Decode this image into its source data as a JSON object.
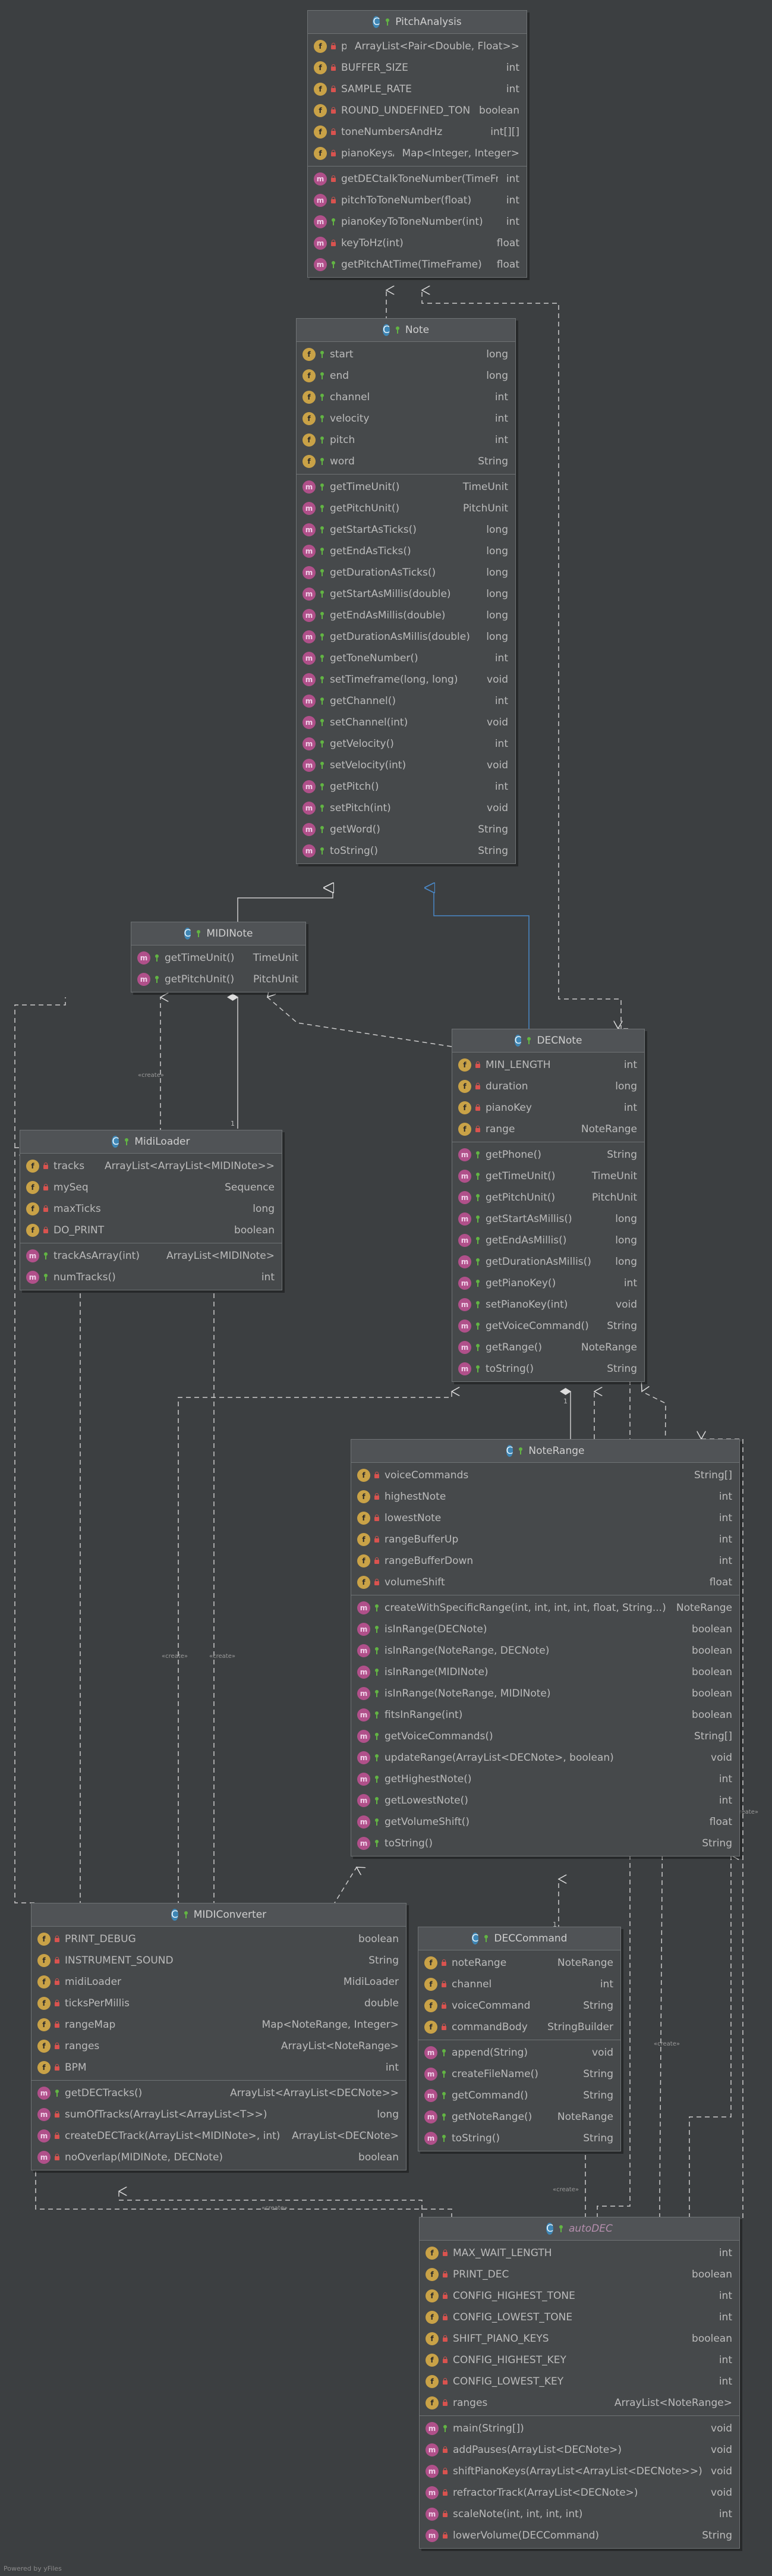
{
  "classes": {
    "pitchAnalysis": {
      "name": "PitchAnalysis",
      "fields": [
        {
          "vis": "priv",
          "icon": "f",
          "name": "pitches",
          "type": "ArrayList<Pair<Double, Float>>"
        },
        {
          "vis": "priv",
          "icon": "f",
          "name": "BUFFER_SIZE",
          "type": "int"
        },
        {
          "vis": "priv",
          "icon": "f",
          "name": "SAMPLE_RATE",
          "type": "int"
        },
        {
          "vis": "priv",
          "icon": "f",
          "name": "ROUND_UNDEFINED_TONES",
          "type": "boolean"
        },
        {
          "vis": "priv",
          "icon": "f",
          "name": "toneNumbersAndHz",
          "type": "int[][]"
        },
        {
          "vis": "priv",
          "icon": "f",
          "name": "pianoKeysAndToneNumber",
          "type": "Map<Integer, Integer>"
        }
      ],
      "methods": [
        {
          "vis": "priv",
          "icon": "m",
          "name": "getDECtalkToneNumber(TimeFrame)",
          "type": "int"
        },
        {
          "vis": "priv",
          "icon": "m",
          "name": "pitchToToneNumber(float)",
          "type": "int"
        },
        {
          "vis": "pub",
          "icon": "m",
          "name": "pianoKeyToToneNumber(int)",
          "type": "int"
        },
        {
          "vis": "priv",
          "icon": "m",
          "name": "keyToHz(int)",
          "type": "float"
        },
        {
          "vis": "pub",
          "icon": "m",
          "name": "getPitchAtTime(TimeFrame)",
          "type": "float"
        }
      ]
    },
    "note": {
      "name": "Note",
      "fields": [
        {
          "vis": "pub",
          "icon": "f",
          "name": "start",
          "type": "long"
        },
        {
          "vis": "pub",
          "icon": "f",
          "name": "end",
          "type": "long"
        },
        {
          "vis": "pub",
          "icon": "f",
          "name": "channel",
          "type": "int"
        },
        {
          "vis": "pub",
          "icon": "f",
          "name": "velocity",
          "type": "int"
        },
        {
          "vis": "pub",
          "icon": "f",
          "name": "pitch",
          "type": "int"
        },
        {
          "vis": "pub",
          "icon": "f",
          "name": "word",
          "type": "String"
        }
      ],
      "methods": [
        {
          "vis": "pub",
          "icon": "m",
          "name": "getTimeUnit()",
          "type": "TimeUnit"
        },
        {
          "vis": "pub",
          "icon": "m",
          "name": "getPitchUnit()",
          "type": "PitchUnit"
        },
        {
          "vis": "pub",
          "icon": "m",
          "name": "getStartAsTicks()",
          "type": "long"
        },
        {
          "vis": "pub",
          "icon": "m",
          "name": "getEndAsTicks()",
          "type": "long"
        },
        {
          "vis": "pub",
          "icon": "m",
          "name": "getDurationAsTicks()",
          "type": "long"
        },
        {
          "vis": "pub",
          "icon": "m",
          "name": "getStartAsMillis(double)",
          "type": "long"
        },
        {
          "vis": "pub",
          "icon": "m",
          "name": "getEndAsMillis(double)",
          "type": "long"
        },
        {
          "vis": "pub",
          "icon": "m",
          "name": "getDurationAsMillis(double)",
          "type": "long"
        },
        {
          "vis": "pub",
          "icon": "m",
          "name": "getToneNumber()",
          "type": "int"
        },
        {
          "vis": "pub",
          "icon": "m",
          "name": "setTimeframe(long, long)",
          "type": "void"
        },
        {
          "vis": "pub",
          "icon": "m",
          "name": "getChannel()",
          "type": "int"
        },
        {
          "vis": "pub",
          "icon": "m",
          "name": "setChannel(int)",
          "type": "void"
        },
        {
          "vis": "pub",
          "icon": "m",
          "name": "getVelocity()",
          "type": "int"
        },
        {
          "vis": "pub",
          "icon": "m",
          "name": "setVelocity(int)",
          "type": "void"
        },
        {
          "vis": "pub",
          "icon": "m",
          "name": "getPitch()",
          "type": "int"
        },
        {
          "vis": "pub",
          "icon": "m",
          "name": "setPitch(int)",
          "type": "void"
        },
        {
          "vis": "pub",
          "icon": "m",
          "name": "getWord()",
          "type": "String"
        },
        {
          "vis": "pub",
          "icon": "m",
          "name": "toString()",
          "type": "String"
        }
      ]
    },
    "midiNote": {
      "name": "MIDINote",
      "fields": [],
      "methods": [
        {
          "vis": "pub",
          "icon": "m",
          "name": "getTimeUnit()",
          "type": "TimeUnit"
        },
        {
          "vis": "pub",
          "icon": "m",
          "name": "getPitchUnit()",
          "type": "PitchUnit"
        }
      ]
    },
    "decNote": {
      "name": "DECNote",
      "fields": [
        {
          "vis": "priv",
          "icon": "f",
          "name": "MIN_LENGTH",
          "type": "int"
        },
        {
          "vis": "priv",
          "icon": "f",
          "name": "duration",
          "type": "long"
        },
        {
          "vis": "priv",
          "icon": "f",
          "name": "pianoKey",
          "type": "int"
        },
        {
          "vis": "priv",
          "icon": "f",
          "name": "range",
          "type": "NoteRange"
        }
      ],
      "methods": [
        {
          "vis": "pub",
          "icon": "m",
          "name": "getPhone()",
          "type": "String"
        },
        {
          "vis": "pub",
          "icon": "m",
          "name": "getTimeUnit()",
          "type": "TimeUnit"
        },
        {
          "vis": "pub",
          "icon": "m",
          "name": "getPitchUnit()",
          "type": "PitchUnit"
        },
        {
          "vis": "pub",
          "icon": "m",
          "name": "getStartAsMillis()",
          "type": "long"
        },
        {
          "vis": "pub",
          "icon": "m",
          "name": "getEndAsMillis()",
          "type": "long"
        },
        {
          "vis": "pub",
          "icon": "m",
          "name": "getDurationAsMillis()",
          "type": "long"
        },
        {
          "vis": "pub",
          "icon": "m",
          "name": "getPianoKey()",
          "type": "int"
        },
        {
          "vis": "pub",
          "icon": "m",
          "name": "setPianoKey(int)",
          "type": "void"
        },
        {
          "vis": "pub",
          "icon": "m",
          "name": "getVoiceCommand()",
          "type": "String"
        },
        {
          "vis": "pub",
          "icon": "m",
          "name": "getRange()",
          "type": "NoteRange"
        },
        {
          "vis": "pub",
          "icon": "m",
          "name": "toString()",
          "type": "String"
        }
      ]
    },
    "midiLoader": {
      "name": "MidiLoader",
      "fields": [
        {
          "vis": "priv",
          "icon": "f",
          "name": "tracks",
          "type": "ArrayList<ArrayList<MIDINote>>"
        },
        {
          "vis": "priv",
          "icon": "f",
          "name": "mySeq",
          "type": "Sequence"
        },
        {
          "vis": "priv",
          "icon": "f",
          "name": "maxTicks",
          "type": "long"
        },
        {
          "vis": "priv",
          "icon": "f",
          "name": "DO_PRINT",
          "type": "boolean"
        }
      ],
      "methods": [
        {
          "vis": "pub",
          "icon": "m",
          "name": "trackAsArray(int)",
          "type": "ArrayList<MIDINote>"
        },
        {
          "vis": "pub",
          "icon": "m",
          "name": "numTracks()",
          "type": "int"
        }
      ]
    },
    "noteRange": {
      "name": "NoteRange",
      "fields": [
        {
          "vis": "priv",
          "icon": "f",
          "name": "voiceCommands",
          "type": "String[]"
        },
        {
          "vis": "priv",
          "icon": "f",
          "name": "highestNote",
          "type": "int"
        },
        {
          "vis": "priv",
          "icon": "f",
          "name": "lowestNote",
          "type": "int"
        },
        {
          "vis": "priv",
          "icon": "f",
          "name": "rangeBufferUp",
          "type": "int"
        },
        {
          "vis": "priv",
          "icon": "f",
          "name": "rangeBufferDown",
          "type": "int"
        },
        {
          "vis": "priv",
          "icon": "f",
          "name": "volumeShift",
          "type": "float"
        }
      ],
      "methods": [
        {
          "vis": "pub",
          "icon": "m",
          "name": "createWithSpecificRange(int, int, int, int, float, String...)",
          "type": "NoteRange"
        },
        {
          "vis": "pub",
          "icon": "m",
          "name": "isInRange(DECNote)",
          "type": "boolean"
        },
        {
          "vis": "pub",
          "icon": "m",
          "name": "isInRange(NoteRange, DECNote)",
          "type": "boolean"
        },
        {
          "vis": "pub",
          "icon": "m",
          "name": "isInRange(MIDINote)",
          "type": "boolean"
        },
        {
          "vis": "pub",
          "icon": "m",
          "name": "isInRange(NoteRange, MIDINote)",
          "type": "boolean"
        },
        {
          "vis": "pub",
          "icon": "m",
          "name": "fitsInRange(int)",
          "type": "boolean"
        },
        {
          "vis": "pub",
          "icon": "m",
          "name": "getVoiceCommands()",
          "type": "String[]"
        },
        {
          "vis": "pub",
          "icon": "m",
          "name": "updateRange(ArrayList<DECNote>, boolean)",
          "type": "void"
        },
        {
          "vis": "pub",
          "icon": "m",
          "name": "getHighestNote()",
          "type": "int"
        },
        {
          "vis": "pub",
          "icon": "m",
          "name": "getLowestNote()",
          "type": "int"
        },
        {
          "vis": "pub",
          "icon": "m",
          "name": "getVolumeShift()",
          "type": "float"
        },
        {
          "vis": "pub",
          "icon": "m",
          "name": "toString()",
          "type": "String"
        }
      ]
    },
    "midiConverter": {
      "name": "MIDIConverter",
      "fields": [
        {
          "vis": "priv",
          "icon": "f",
          "name": "PRINT_DEBUG",
          "type": "boolean"
        },
        {
          "vis": "priv",
          "icon": "f",
          "name": "INSTRUMENT_SOUND",
          "type": "String"
        },
        {
          "vis": "priv",
          "icon": "f",
          "name": "midiLoader",
          "type": "MidiLoader"
        },
        {
          "vis": "priv",
          "icon": "f",
          "name": "ticksPerMillis",
          "type": "double"
        },
        {
          "vis": "priv",
          "icon": "f",
          "name": "rangeMap",
          "type": "Map<NoteRange, Integer>"
        },
        {
          "vis": "priv",
          "icon": "f",
          "name": "ranges",
          "type": "ArrayList<NoteRange>"
        },
        {
          "vis": "priv",
          "icon": "f",
          "name": "BPM",
          "type": "int"
        }
      ],
      "methods": [
        {
          "vis": "pub",
          "icon": "m",
          "name": "getDECTracks()",
          "type": "ArrayList<ArrayList<DECNote>>"
        },
        {
          "vis": "priv",
          "icon": "m",
          "name": "sumOfTracks(ArrayList<ArrayList<T>>)",
          "type": "long"
        },
        {
          "vis": "priv",
          "icon": "m",
          "name": "createDECTrack(ArrayList<MIDINote>, int)",
          "type": "ArrayList<DECNote>"
        },
        {
          "vis": "priv",
          "icon": "m",
          "name": "noOverlap(MIDINote, DECNote)",
          "type": "boolean"
        }
      ]
    },
    "decCommand": {
      "name": "DECCommand",
      "fields": [
        {
          "vis": "priv",
          "icon": "f",
          "name": "noteRange",
          "type": "NoteRange"
        },
        {
          "vis": "priv",
          "icon": "f",
          "name": "channel",
          "type": "int"
        },
        {
          "vis": "priv",
          "icon": "f",
          "name": "voiceCommand",
          "type": "String"
        },
        {
          "vis": "priv",
          "icon": "f",
          "name": "commandBody",
          "type": "StringBuilder"
        }
      ],
      "methods": [
        {
          "vis": "pub",
          "icon": "m",
          "name": "append(String)",
          "type": "void"
        },
        {
          "vis": "pub",
          "icon": "m",
          "name": "createFileName()",
          "type": "String"
        },
        {
          "vis": "pub",
          "icon": "m",
          "name": "getCommand()",
          "type": "String"
        },
        {
          "vis": "pub",
          "icon": "m",
          "name": "getNoteRange()",
          "type": "NoteRange"
        },
        {
          "vis": "pub",
          "icon": "m",
          "name": "toString()",
          "type": "String"
        }
      ]
    },
    "autoDEC": {
      "name": "autoDEC",
      "fields": [
        {
          "vis": "priv",
          "icon": "f",
          "name": "MAX_WAIT_LENGTH",
          "type": "int"
        },
        {
          "vis": "priv",
          "icon": "f",
          "name": "PRINT_DEC",
          "type": "boolean"
        },
        {
          "vis": "priv",
          "icon": "f",
          "name": "CONFIG_HIGHEST_TONE",
          "type": "int"
        },
        {
          "vis": "priv",
          "icon": "f",
          "name": "CONFIG_LOWEST_TONE",
          "type": "int"
        },
        {
          "vis": "priv",
          "icon": "f",
          "name": "SHIFT_PIANO_KEYS",
          "type": "boolean"
        },
        {
          "vis": "priv",
          "icon": "f",
          "name": "CONFIG_HIGHEST_KEY",
          "type": "int"
        },
        {
          "vis": "priv",
          "icon": "f",
          "name": "CONFIG_LOWEST_KEY",
          "type": "int"
        },
        {
          "vis": "priv",
          "icon": "f",
          "name": "ranges",
          "type": "ArrayList<NoteRange>"
        }
      ],
      "methods": [
        {
          "vis": "pub",
          "icon": "m",
          "name": "main(String[])",
          "type": "void"
        },
        {
          "vis": "priv",
          "icon": "m",
          "name": "addPauses(ArrayList<DECNote>)",
          "type": "void"
        },
        {
          "vis": "priv",
          "icon": "m",
          "name": "shiftPianoKeys(ArrayList<ArrayList<DECNote>>)",
          "type": "void"
        },
        {
          "vis": "priv",
          "icon": "m",
          "name": "refractorTrack(ArrayList<DECNote>)",
          "type": "void"
        },
        {
          "vis": "priv",
          "icon": "m",
          "name": "scaleNote(int, int, int, int)",
          "type": "int"
        },
        {
          "vis": "priv",
          "icon": "m",
          "name": "lowerVolume(DECCommand)",
          "type": "String"
        }
      ]
    }
  },
  "labels": {
    "create": "«create»",
    "one": "1"
  },
  "footer": "Powered by yFiles",
  "colors": {
    "background": "#3c3f41",
    "classFill": "#46494b",
    "border": "#6f7375",
    "inheritance": "#4a88c7",
    "dependency": "#cccccc"
  }
}
